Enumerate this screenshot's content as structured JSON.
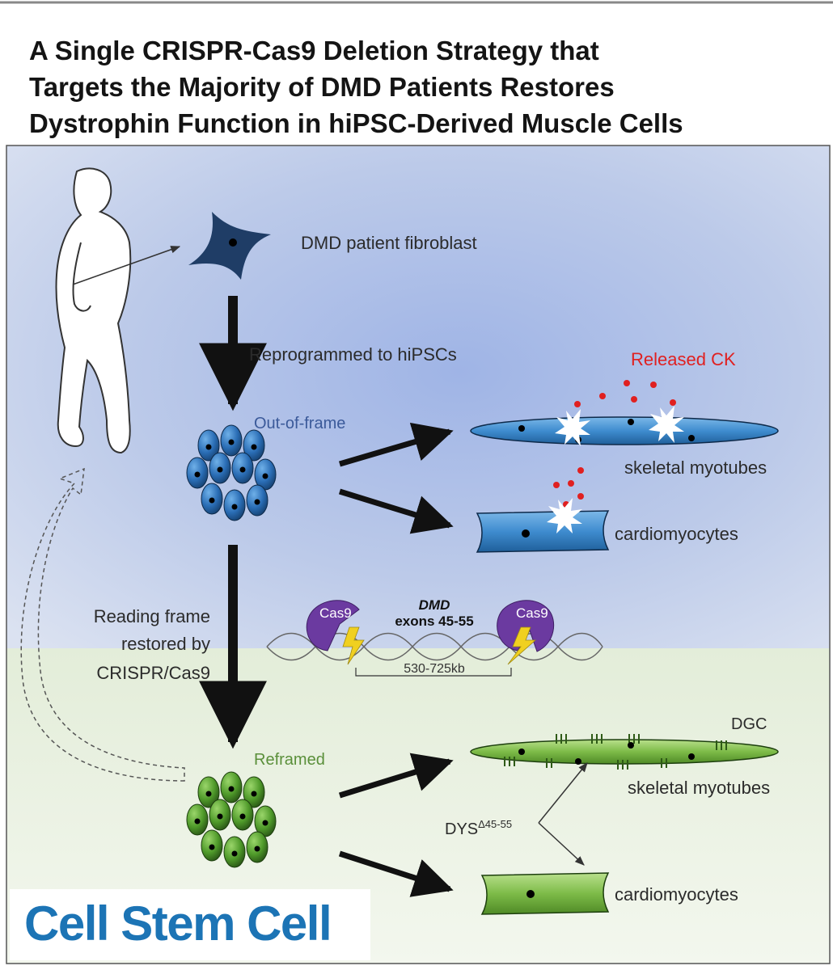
{
  "title": {
    "line1": "A Single CRISPR-Cas9 Deletion Strategy that",
    "line2": "Targets the Majority of DMD Patients Restores",
    "line3": "Dystrophin Function in hiPSC-Derived Muscle Cells"
  },
  "labels": {
    "fibroblast": "DMD patient fibroblast",
    "reprogrammed": "Reprogrammed  to hiPSCs",
    "out_of_frame": "Out-of-frame",
    "released_ck": "Released CK",
    "skeletal_top": "skeletal myotubes",
    "cardio_top": "cardiomyocytes",
    "reading_frame_1": "Reading frame",
    "reading_frame_2": "restored by",
    "reading_frame_3": "CRISPR/Cas9",
    "cas9_left": "Cas9",
    "cas9_right": "Cas9",
    "dmd": "DMD",
    "exons": "exons 45-55",
    "deletion_size": "530-725kb",
    "reframed": "Reframed",
    "dgc": "DGC",
    "skeletal_bottom": "skeletal myotubes",
    "dys_base": "DYS",
    "dys_sup": "Δ45-55",
    "cardio_bottom": "cardiomyocytes"
  },
  "journal": "Cell Stem Cell",
  "colors": {
    "title_text": "#141414",
    "journal_blue": "#1c74b5",
    "upper_bg": "#b7c6ea",
    "lower_bg": "#dbe8d0",
    "blue_cell": "#2a6db5",
    "green_cell": "#4f9a2a",
    "fibroblast": "#1f3d66",
    "cas9_purple": "#6b3aa0",
    "released_ck_red": "#e02020",
    "lightning_yellow": "#f0d020",
    "out_of_frame_text": "#3b5a9a",
    "reframed_text": "#5a8f3a"
  }
}
